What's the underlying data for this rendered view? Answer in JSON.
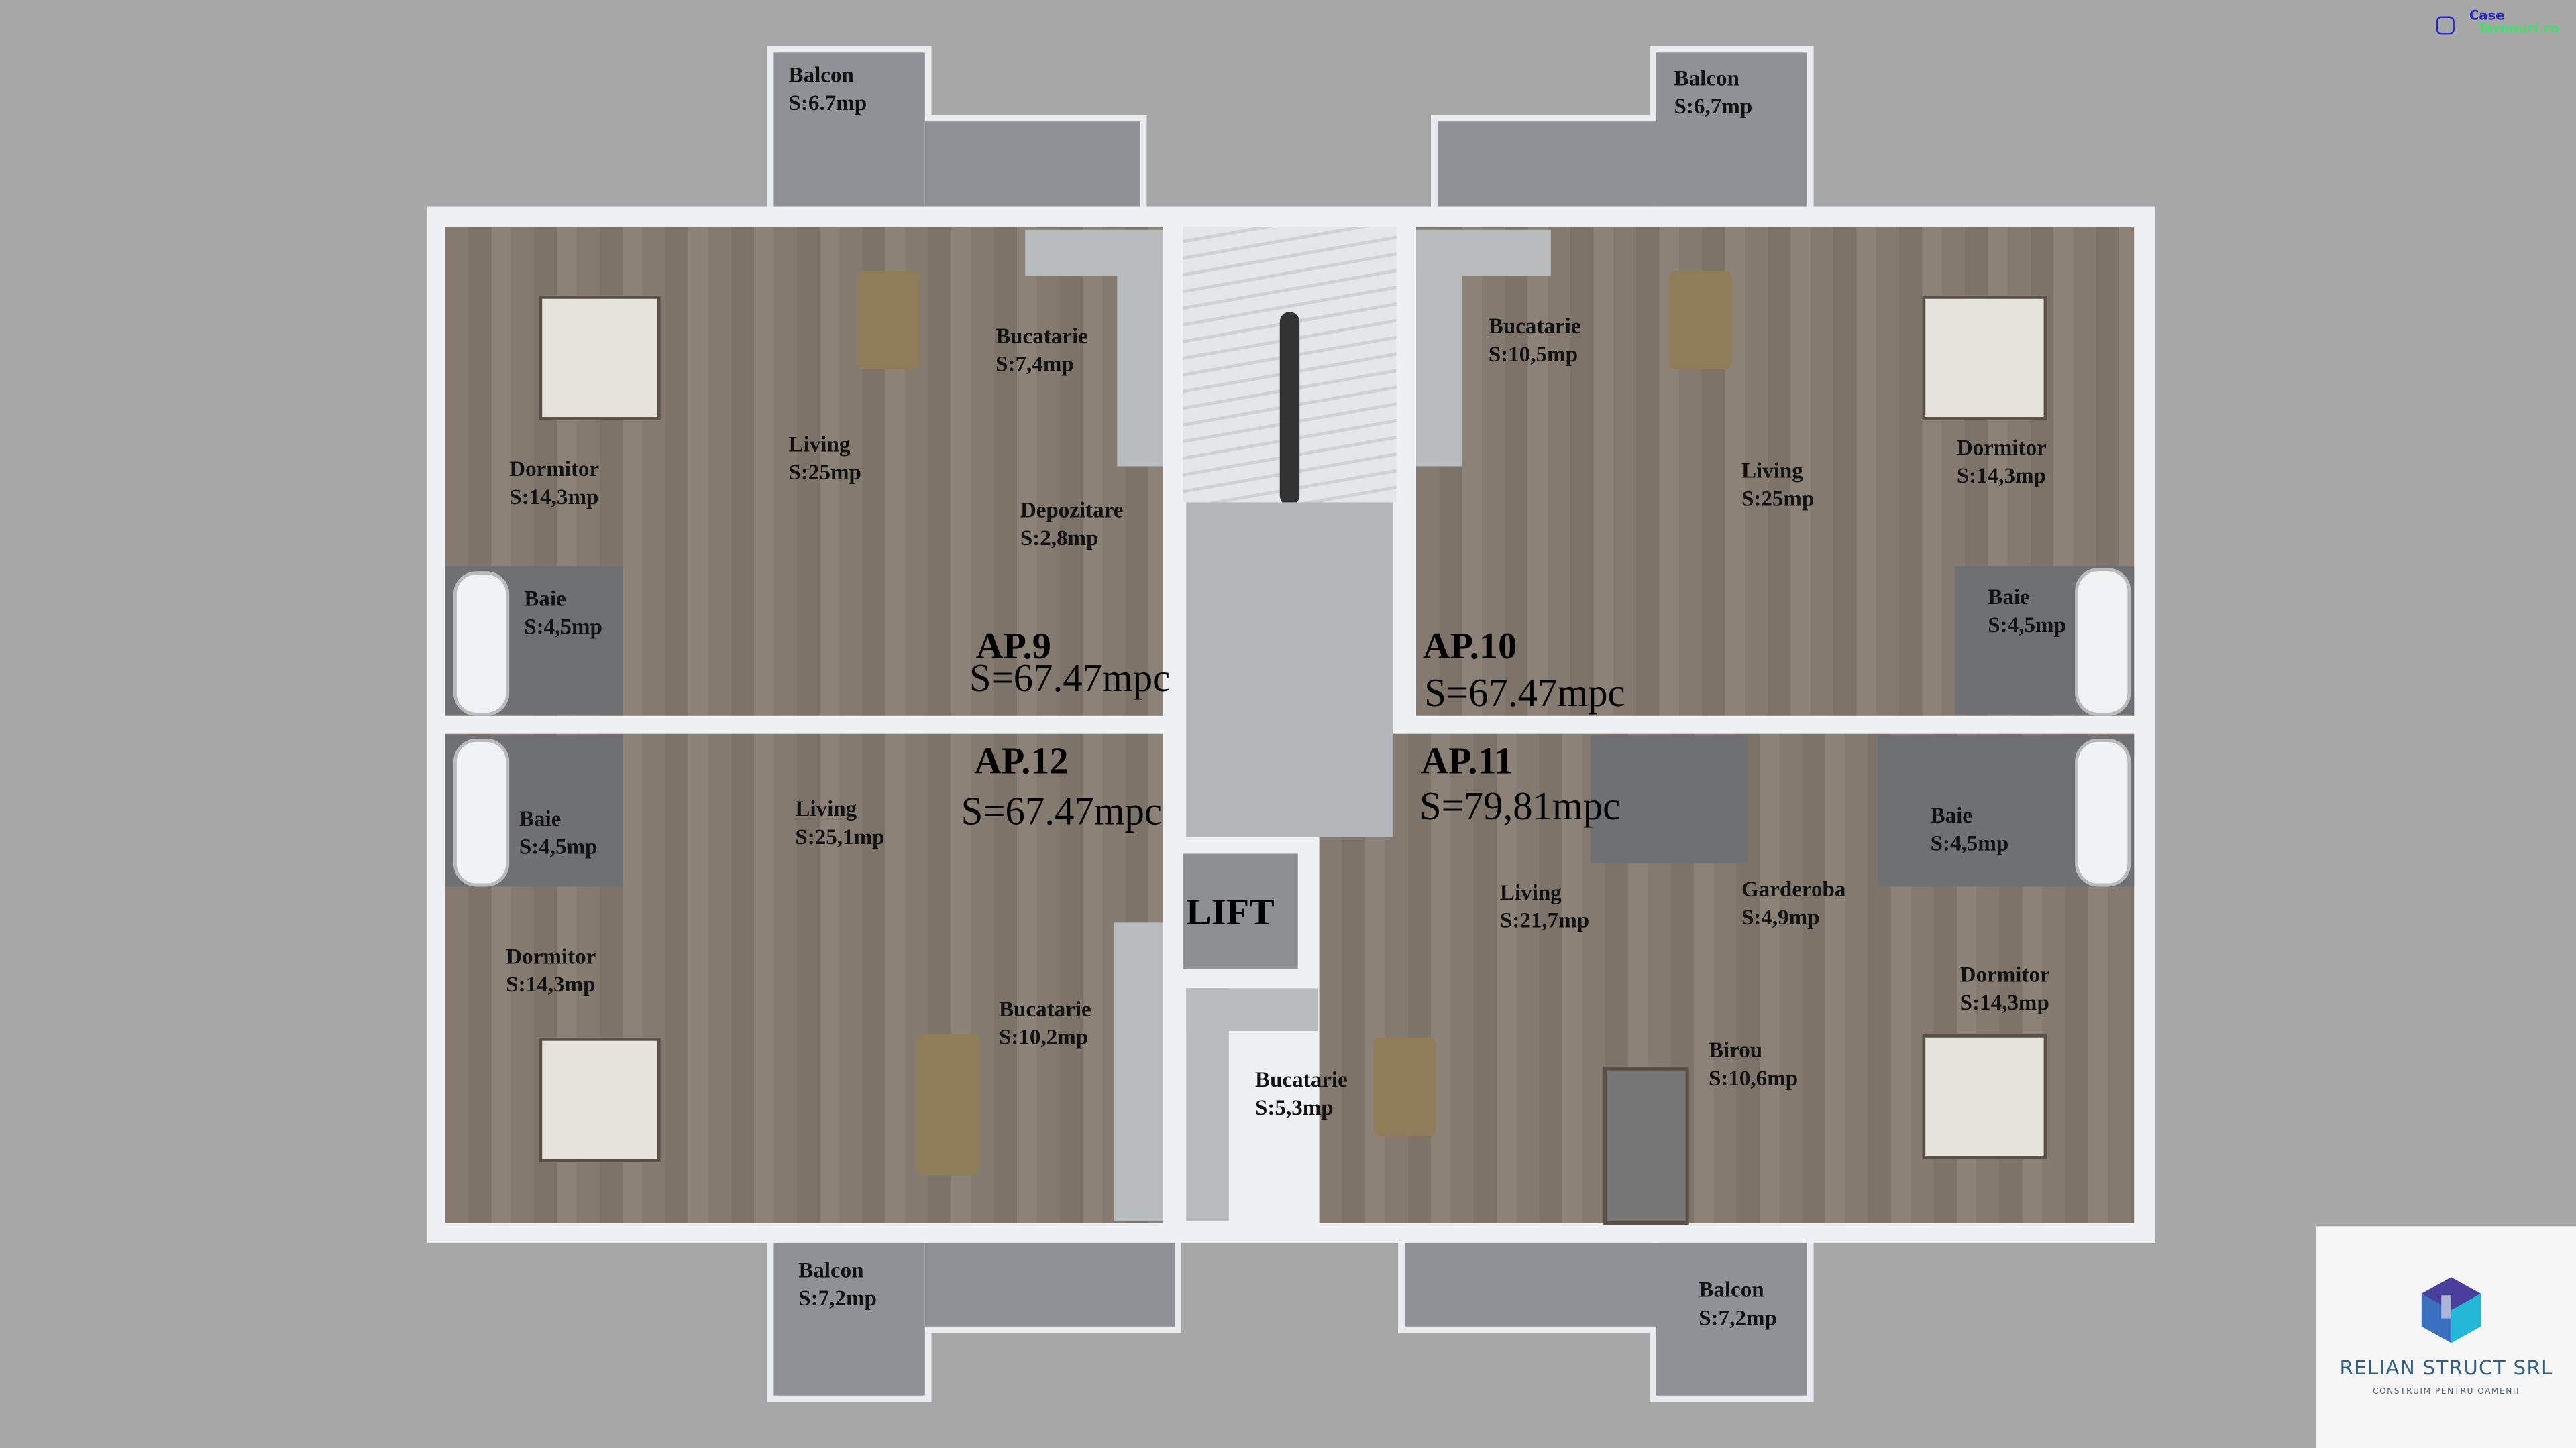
{
  "watermark": {
    "brand_line1": "Case",
    "brand_line2": "Terenuri.ro"
  },
  "logo": {
    "company": "RELIAN STRUCT SRL",
    "tagline": "CONSTRUIM PENTRU OAMENII"
  },
  "apartments": [
    {
      "id": "ap9",
      "name": "AP.9",
      "area": "S=67.47mpc"
    },
    {
      "id": "ap10",
      "name": "AP.10",
      "area": "S=67.47mpc"
    },
    {
      "id": "ap12",
      "name": "AP.12",
      "area": "S=67.47mpc"
    },
    {
      "id": "ap11",
      "name": "AP.11",
      "area": "S=79,81mpc"
    }
  ],
  "lift": "LIFT",
  "rooms": [
    {
      "name": "Balcon",
      "area": "S:6.7mp"
    },
    {
      "name": "Balcon",
      "area": "S:6,7mp"
    },
    {
      "name": "Dormitor",
      "area": "S:14,3mp"
    },
    {
      "name": "Living",
      "area": "S:25mp"
    },
    {
      "name": "Bucatarie",
      "area": "S:7,4mp"
    },
    {
      "name": "Depozitare",
      "area": "S:2,8mp"
    },
    {
      "name": "Baie",
      "area": "S:4,5mp"
    },
    {
      "name": "Bucatarie",
      "area": "S:10,5mp"
    },
    {
      "name": "Living",
      "area": "S:25mp"
    },
    {
      "name": "Dormitor",
      "area": "S:14,3mp"
    },
    {
      "name": "Baie",
      "area": "S:4,5mp"
    },
    {
      "name": "Baie",
      "area": "S:4,5mp"
    },
    {
      "name": "Living",
      "area": "S:25,1mp"
    },
    {
      "name": "Dormitor",
      "area": "S:14,3mp"
    },
    {
      "name": "Bucatarie",
      "area": "S:10,2mp"
    },
    {
      "name": "Living",
      "area": "S:21,7mp"
    },
    {
      "name": "Garderoba",
      "area": "S:4,9mp"
    },
    {
      "name": "Bucatarie",
      "area": "S:5,3mp"
    },
    {
      "name": "Birou",
      "area": "S:10,6mp"
    },
    {
      "name": "Baie",
      "area": "S:4,5mp"
    },
    {
      "name": "Dormitor",
      "area": "S:14,3mp"
    },
    {
      "name": "Balcon",
      "area": "S:7,2mp"
    },
    {
      "name": "Balcon",
      "area": "S:7,2mp"
    }
  ]
}
